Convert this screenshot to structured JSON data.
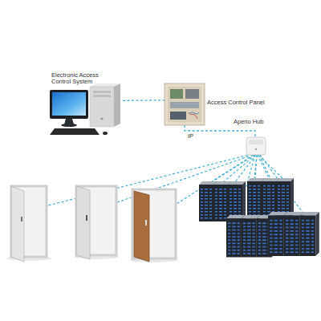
{
  "diagram": {
    "nodes": [
      {
        "text": [
          "Electronic Access Control System"
        ]
      },
      {
        "text": [
          "Access Control Panel"
        ]
      },
      {
        "text": [
          "Aperio Hub"
        ]
      }
    ],
    "edges": [
      {
        "from": 0,
        "to": 1,
        "arrow": "none"
      },
      {
        "from": 1,
        "to": 2,
        "label": "IP",
        "arrow": "none"
      }
    ]
  }
}
